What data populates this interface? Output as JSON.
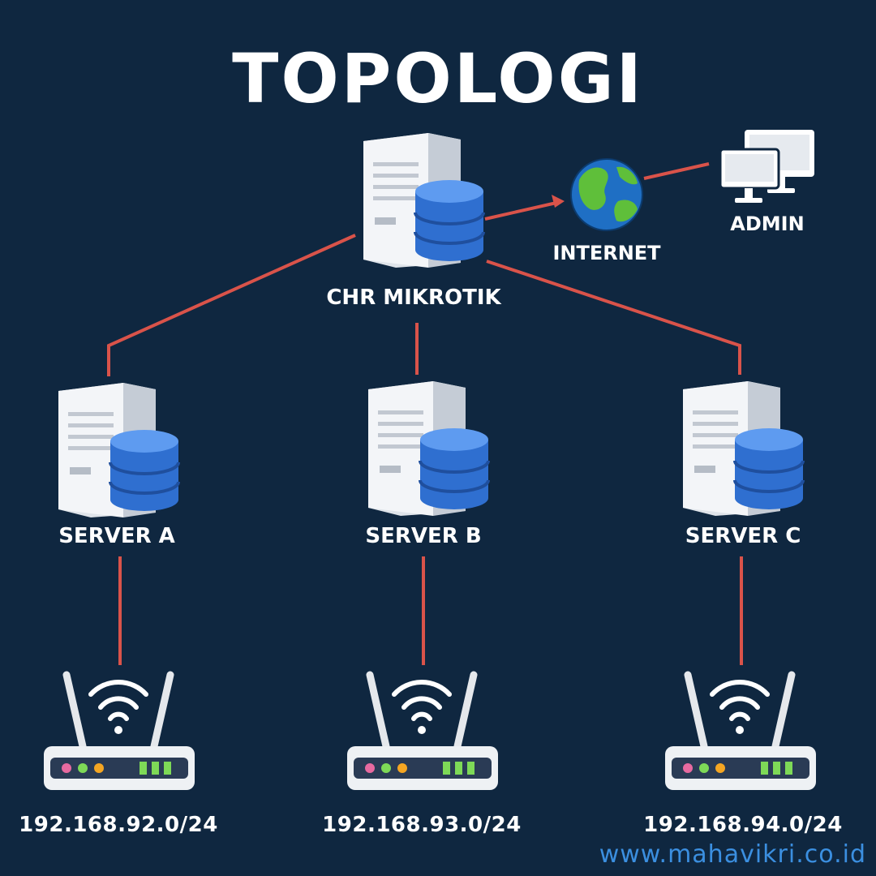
{
  "title": "TOPOLOGI",
  "nodes": {
    "core": "CHR MIKROTIK",
    "internet": "INTERNET",
    "admin": "ADMIN",
    "server_a": "SERVER A",
    "server_b": "SERVER B",
    "server_c": "SERVER C"
  },
  "subnets": {
    "a": "192.168.92.0/24",
    "b": "192.168.93.0/24",
    "c": "192.168.94.0/24"
  },
  "website": "www.mahavikri.co.id",
  "colors": {
    "background": "#0f2740",
    "link": "#d9534a",
    "database": "#2f6fd0",
    "server_body": "#eef1f4",
    "website": "#3b8fe0"
  }
}
